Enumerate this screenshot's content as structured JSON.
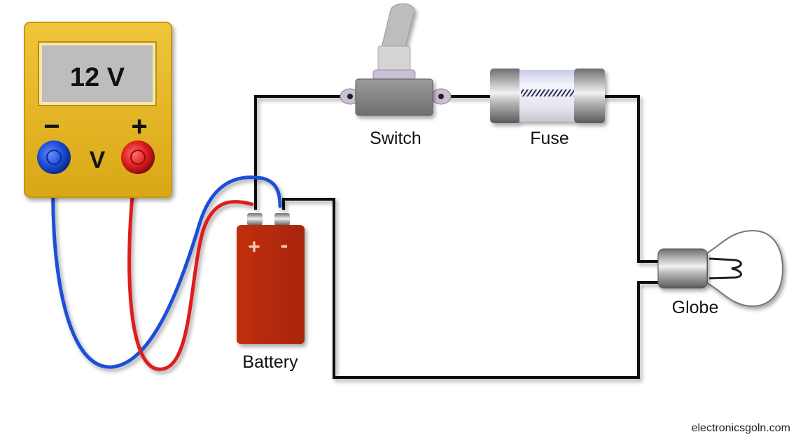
{
  "diagram": {
    "title": "Simple series circuit with voltmeter",
    "multimeter": {
      "reading": "12 V",
      "mode_label": "V",
      "negative_sign": "−",
      "positive_sign": "+",
      "body_color": "#e8b51e",
      "display_color": "#bdbdbd",
      "negative_probe_color": "#1e4fd8",
      "positive_probe_color": "#e01e1e"
    },
    "components": {
      "switch": {
        "label": "Switch"
      },
      "fuse": {
        "label": "Fuse"
      },
      "globe": {
        "label": "Globe"
      },
      "battery": {
        "label": "Battery",
        "positive_sign": "+",
        "negative_sign": "-",
        "color": "#b8280c"
      }
    },
    "connections": [
      {
        "from": "battery +",
        "to": "switch"
      },
      {
        "from": "switch",
        "to": "fuse"
      },
      {
        "from": "fuse",
        "to": "globe"
      },
      {
        "from": "globe",
        "to": "battery -"
      },
      {
        "from": "multimeter -",
        "to": "battery -",
        "wire_color": "blue"
      },
      {
        "from": "multimeter +",
        "to": "battery +",
        "wire_color": "red"
      }
    ],
    "wire_color": "#111111"
  },
  "credit": "electronicsgoln.com"
}
